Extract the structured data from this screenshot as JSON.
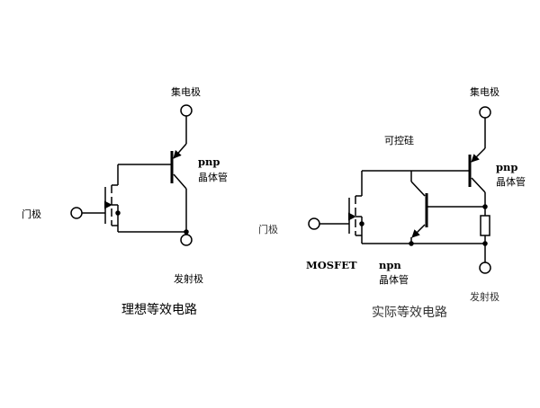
{
  "left_diagram": {
    "collector_label": "集电极",
    "gate_label": "门极",
    "pnp_label": "pnp",
    "transistor_label": "晶体管",
    "emitter_label": "发射极",
    "caption": "理想等效电路"
  },
  "right_diagram": {
    "collector_label": "集电极",
    "thyristor_label": "可控硅",
    "pnp_label": "pnp",
    "pnp_transistor_label": "晶体管",
    "gate_label": "门极",
    "mosfet_label": "MOSFET",
    "npn_label": "npn",
    "npn_transistor_label": "晶体管",
    "emitter_label": "发射极",
    "caption": "实际等效电路"
  }
}
